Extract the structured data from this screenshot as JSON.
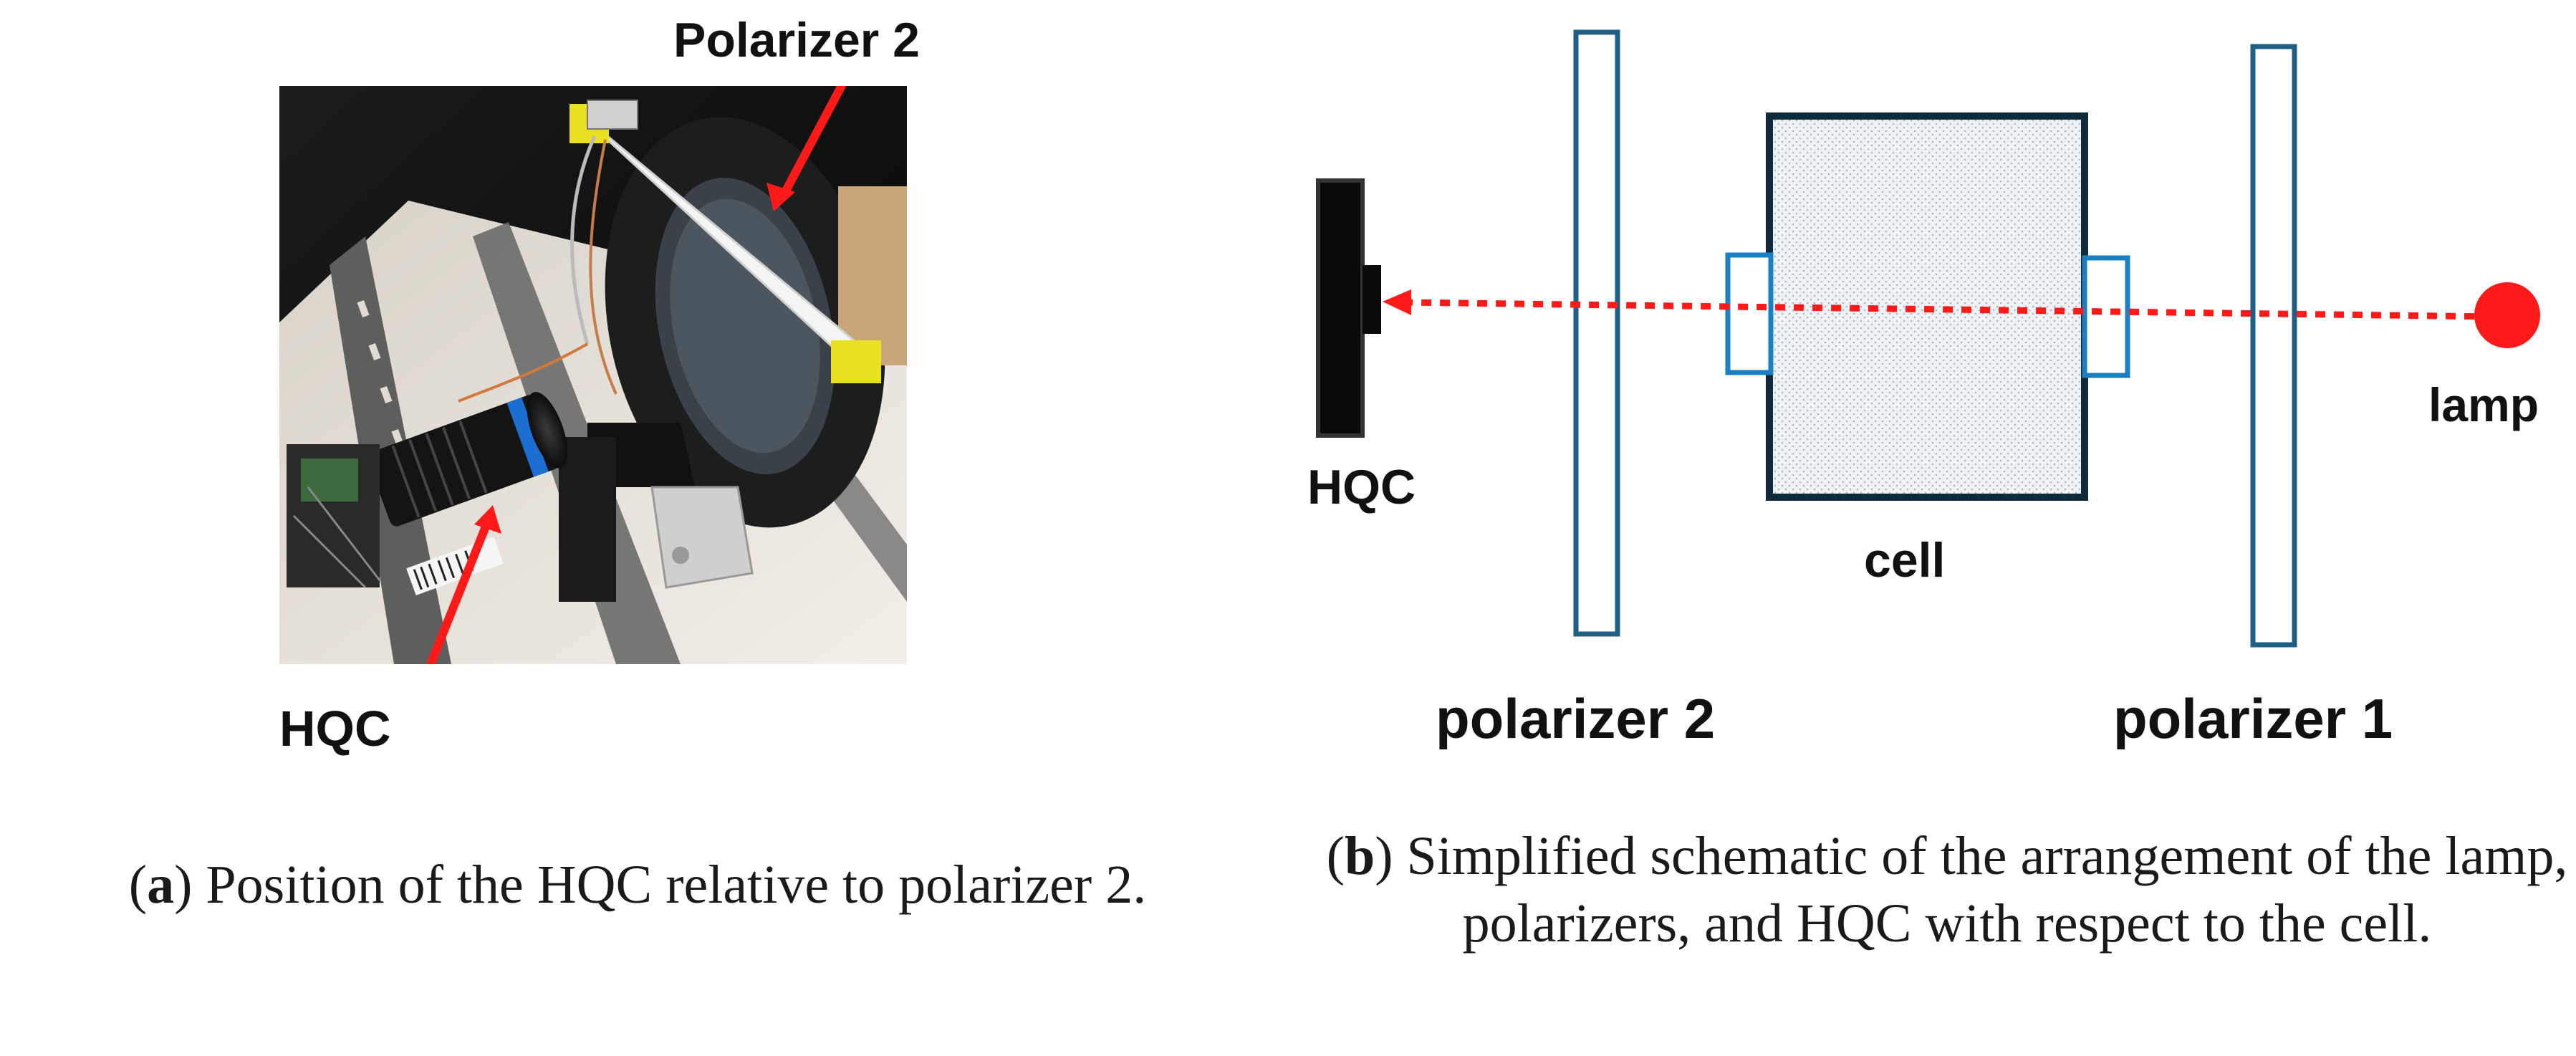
{
  "photo": {
    "label_top": "Polarizer 2",
    "label_bottom": "HQC",
    "arrow_color": "#ff1a1a"
  },
  "schematic": {
    "hqc_label": "HQC",
    "cell_label": "cell",
    "lamp_label": "lamp",
    "polarizer2_label": "polarizer 2",
    "polarizer1_label": "polarizer 1",
    "colors": {
      "polarizer": "#1f5f85",
      "cell_border": "#0f2a3a",
      "cell_fill": "#e8eef2",
      "window": "#1b7fc4",
      "beam": "#ff1a1a",
      "lamp": "#ff1a1a",
      "camera": "#0a0a0a"
    }
  },
  "captions": {
    "a_letter": "a",
    "a_text": " Position of the HQC relative to polarizer 2.",
    "b_letter": "b",
    "b_text": " Simplified schematic of the arrangement of the lamp, polarizers, and HQC with respect to the cell."
  }
}
